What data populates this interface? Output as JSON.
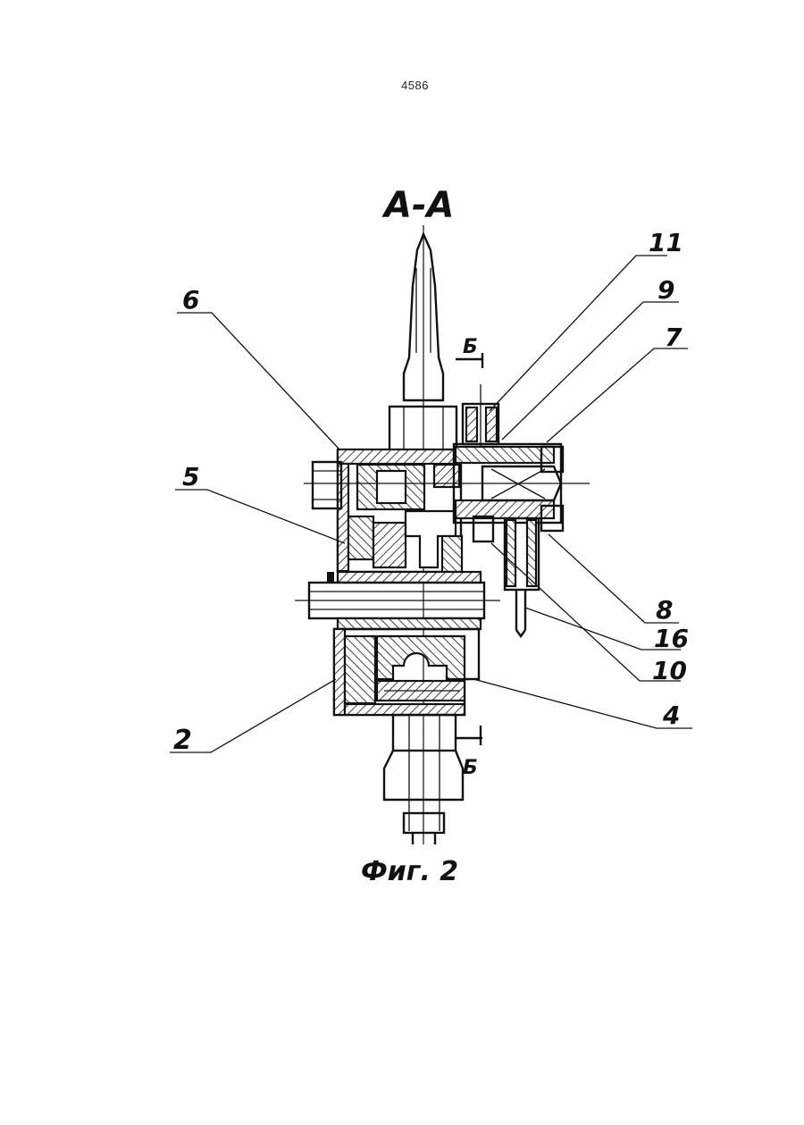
{
  "page": {
    "number": "4586"
  },
  "drawing": {
    "section_title": "А-А",
    "section_mark": "Б",
    "caption": "Фиг. 2",
    "callouts": [
      "11",
      "9",
      "7",
      "6",
      "5",
      "8",
      "16",
      "10",
      "4",
      "2"
    ]
  }
}
